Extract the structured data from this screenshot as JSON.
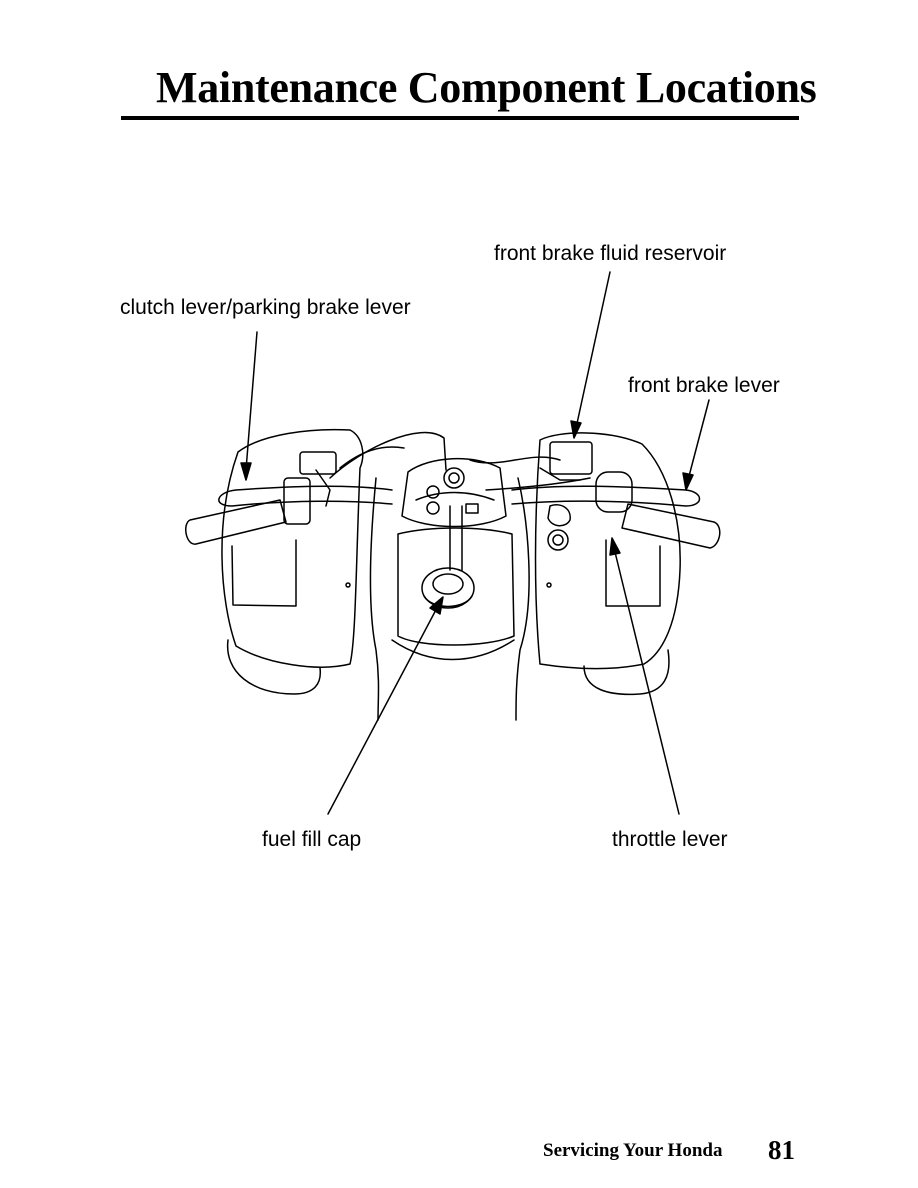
{
  "header": {
    "title": "Maintenance Component Locations"
  },
  "labels": {
    "front_brake_fluid_reservoir": "front brake fluid reservoir",
    "clutch_parking_brake_lever": "clutch lever/parking brake lever",
    "front_brake_lever": "front brake lever",
    "fuel_fill_cap": "fuel fill cap",
    "throttle_lever": "throttle lever"
  },
  "footer": {
    "section": "Servicing Your Honda",
    "page_number": "81"
  }
}
